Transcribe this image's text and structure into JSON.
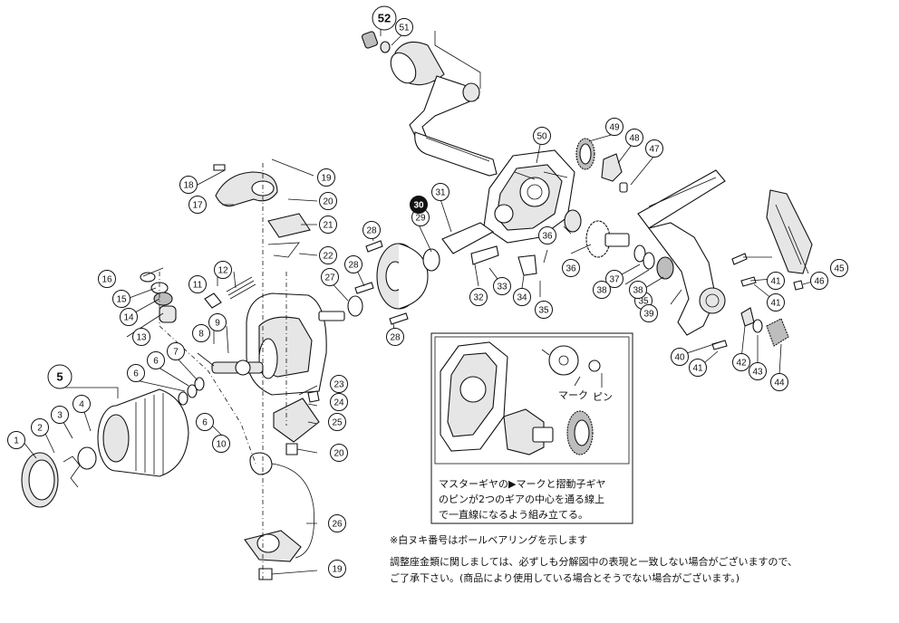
{
  "parts": [
    {
      "label": "1"
    },
    {
      "label": "2"
    },
    {
      "label": "3"
    },
    {
      "label": "4"
    },
    {
      "label": "5",
      "group": true
    },
    {
      "label": "6"
    },
    {
      "label": "6"
    },
    {
      "label": "6"
    },
    {
      "label": "7"
    },
    {
      "label": "8"
    },
    {
      "label": "9"
    },
    {
      "label": "10"
    },
    {
      "label": "11"
    },
    {
      "label": "12"
    },
    {
      "label": "13"
    },
    {
      "label": "14"
    },
    {
      "label": "15"
    },
    {
      "label": "16"
    },
    {
      "label": "17"
    },
    {
      "label": "18"
    },
    {
      "label": "19"
    },
    {
      "label": "19"
    },
    {
      "label": "20"
    },
    {
      "label": "20"
    },
    {
      "label": "21"
    },
    {
      "label": "22"
    },
    {
      "label": "23"
    },
    {
      "label": "24"
    },
    {
      "label": "25"
    },
    {
      "label": "26"
    },
    {
      "label": "27"
    },
    {
      "label": "28"
    },
    {
      "label": "28"
    },
    {
      "label": "28"
    },
    {
      "label": "29"
    },
    {
      "label": "30",
      "bearing": true
    },
    {
      "label": "31"
    },
    {
      "label": "32"
    },
    {
      "label": "33"
    },
    {
      "label": "34"
    },
    {
      "label": "35"
    },
    {
      "label": "35"
    },
    {
      "label": "36"
    },
    {
      "label": "36"
    },
    {
      "label": "37"
    },
    {
      "label": "38"
    },
    {
      "label": "38"
    },
    {
      "label": "39"
    },
    {
      "label": "40"
    },
    {
      "label": "41"
    },
    {
      "label": "41"
    },
    {
      "label": "41"
    },
    {
      "label": "42"
    },
    {
      "label": "43"
    },
    {
      "label": "44"
    },
    {
      "label": "45"
    },
    {
      "label": "46"
    },
    {
      "label": "47"
    },
    {
      "label": "48"
    },
    {
      "label": "49"
    },
    {
      "label": "50"
    },
    {
      "label": "51"
    },
    {
      "label": "52",
      "group": true
    }
  ],
  "inset": {
    "mark_label": "マーク",
    "pin_label": "ピン",
    "caption_lines": [
      "マスターギヤの▶マークと摺動子ギヤ",
      "のピンが2つのギアの中心を通る線上",
      "で一直線になるよう組み立てる。"
    ]
  },
  "notes": {
    "bearing_note": "※白ヌキ番号はボールベアリングを示します",
    "disclaimer_line1": "調整座金類に関しましては、必ずしも分解図中の表現と一致しない場合がございますので、",
    "disclaimer_line2": "ご了承下さい。(商品により使用している場合とそうでない場合がございます。)"
  },
  "colors": {
    "ink": "#111111",
    "bearing_fill": "#111111",
    "bearing_text": "#ffffff",
    "paper": "#ffffff"
  }
}
